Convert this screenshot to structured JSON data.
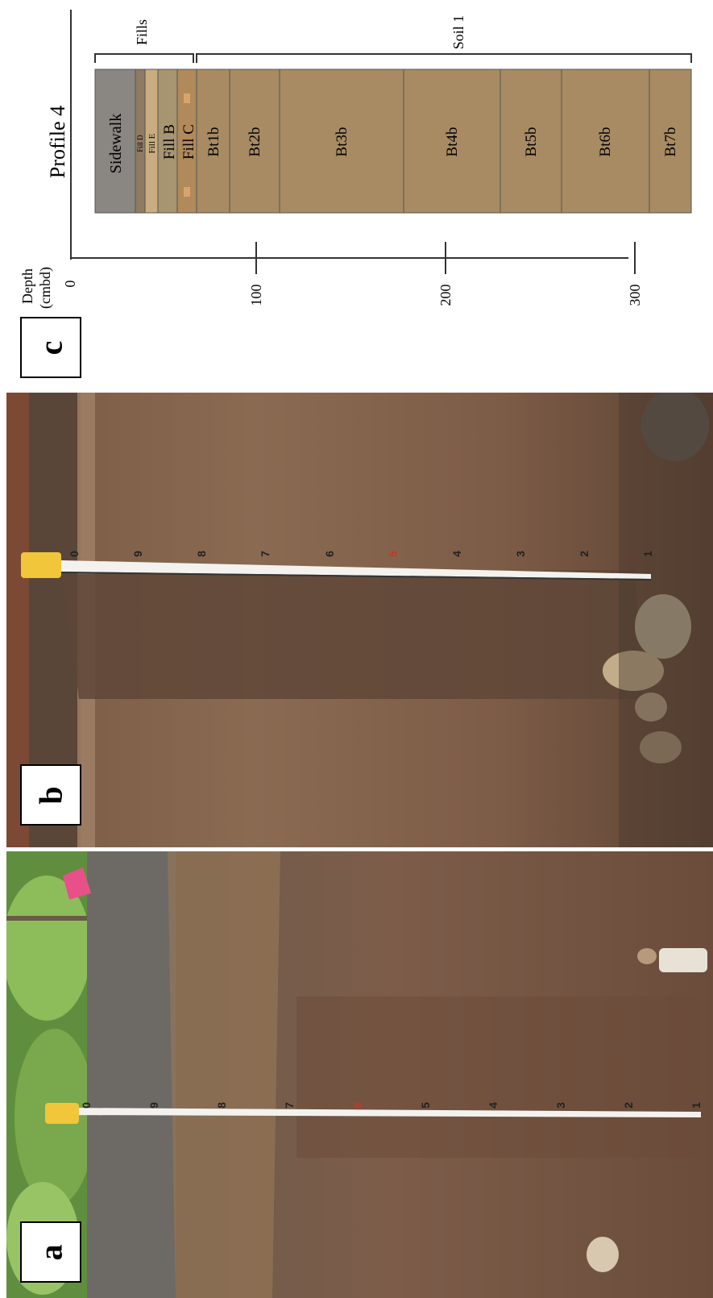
{
  "panels": {
    "a": {
      "label": "a"
    },
    "b": {
      "label": "b"
    },
    "c": {
      "label": "c"
    }
  },
  "diagram": {
    "title": "Profile 4",
    "depth_axis": {
      "label_line1": "Depth",
      "label_line2": "(cmbd)",
      "ticks": [
        "0",
        "100",
        "200",
        "300"
      ]
    },
    "groups": {
      "fills": "Fills",
      "soil": "Soil 1"
    },
    "horizons": [
      {
        "name": "Sidewalk",
        "color": "#8a8682"
      },
      {
        "name": "Fill D",
        "color": "#8f7a63"
      },
      {
        "name": "Fill E",
        "color": "#c8ad80"
      },
      {
        "name": "Fill B",
        "color": "#a79470"
      },
      {
        "name": "Fill C",
        "color": "#b08a5a"
      },
      {
        "name": "Bt1b",
        "color": "#a88b63"
      },
      {
        "name": "Bt2b",
        "color": "#a88b63"
      },
      {
        "name": "Bt3b",
        "color": "#a88b63"
      },
      {
        "name": "Bt4b",
        "color": "#a88b63"
      },
      {
        "name": "Bt5b",
        "color": "#a88b63"
      },
      {
        "name": "Bt6b",
        "color": "#a88b63"
      },
      {
        "name": "Bt7b",
        "color": "#a88b63"
      }
    ]
  },
  "tape": {
    "b_marks": [
      "0",
      "9",
      "8",
      "7",
      "6",
      "5",
      "4",
      "3",
      "2",
      "1"
    ],
    "a_marks": [
      "0",
      "9",
      "8",
      "7",
      "6",
      "5",
      "4",
      "3",
      "2",
      "1"
    ]
  }
}
